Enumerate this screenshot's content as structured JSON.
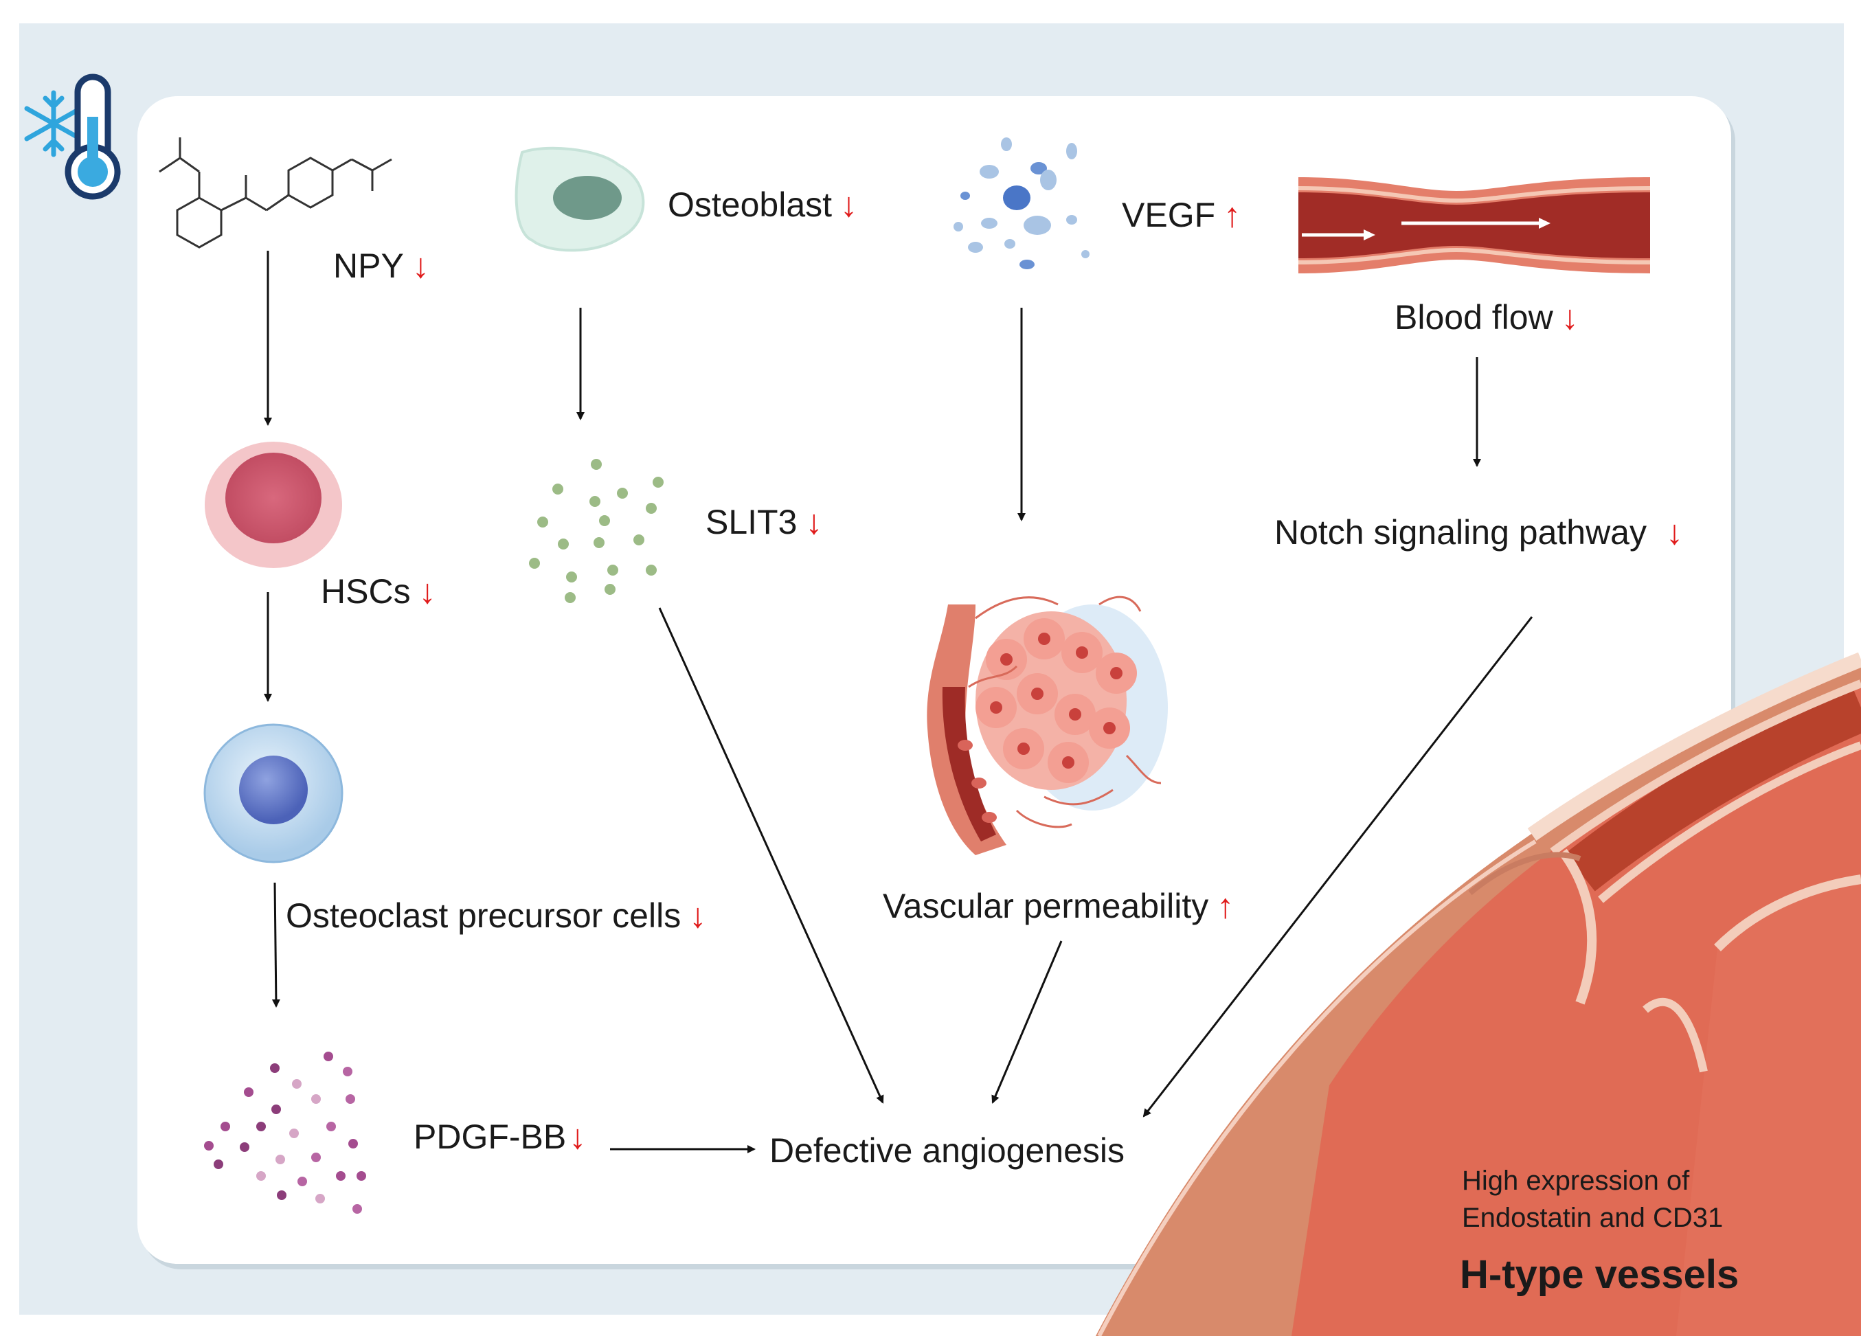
{
  "colors": {
    "background": "#e3ecf2",
    "card": "#ffffff",
    "arrow_down": "#e01b1b",
    "arrow_up": "#e01b1b",
    "vessel": "#d5876b"
  },
  "icons": [
    "snowflake-thermometer-icon",
    "chemical-structure",
    "osteoblast-cell",
    "vegf-particles",
    "blood-vessel",
    "hsc-cell",
    "slit3-particles",
    "tumor-vessel",
    "osteoclast-precursor-cell",
    "pdgf-bb-particles",
    "h-type-vessel"
  ],
  "nodes": {
    "npy": {
      "label": "NPY",
      "trend": "↓"
    },
    "osteoblast": {
      "label": "Osteoblast",
      "trend": "↓"
    },
    "vegf": {
      "label": "VEGF",
      "trend": "↑"
    },
    "blood_flow": {
      "label": "Blood flow",
      "trend": "↓"
    },
    "hscs": {
      "label": "HSCs",
      "trend": "↓"
    },
    "slit3": {
      "label": "SLIT3",
      "trend": "↓"
    },
    "notch": {
      "label": "Notch signaling pathway",
      "trend": "↓"
    },
    "osteoclast_precursor": {
      "label": "Osteoclast precursor cells",
      "trend": "↓"
    },
    "vascular_permeability": {
      "label": "Vascular permeability",
      "trend": "↑"
    },
    "pdgf_bb": {
      "label": "PDGF-BB",
      "trend": "↓"
    },
    "defective_angiogenesis": {
      "label": "Defective angiogenesis"
    }
  },
  "htype": {
    "line1": "High expression of",
    "line2": "Endostatin and CD31",
    "title": "H-type vessels"
  },
  "edges": [
    [
      "npy",
      "hscs"
    ],
    [
      "hscs",
      "osteoclast_precursor"
    ],
    [
      "osteoclast_precursor",
      "pdgf_bb"
    ],
    [
      "pdgf_bb",
      "defective_angiogenesis"
    ],
    [
      "osteoblast",
      "slit3"
    ],
    [
      "slit3",
      "defective_angiogenesis"
    ],
    [
      "vegf",
      "vascular_permeability"
    ],
    [
      "vascular_permeability",
      "defective_angiogenesis"
    ],
    [
      "blood_flow",
      "notch"
    ],
    [
      "notch",
      "defective_angiogenesis"
    ]
  ]
}
